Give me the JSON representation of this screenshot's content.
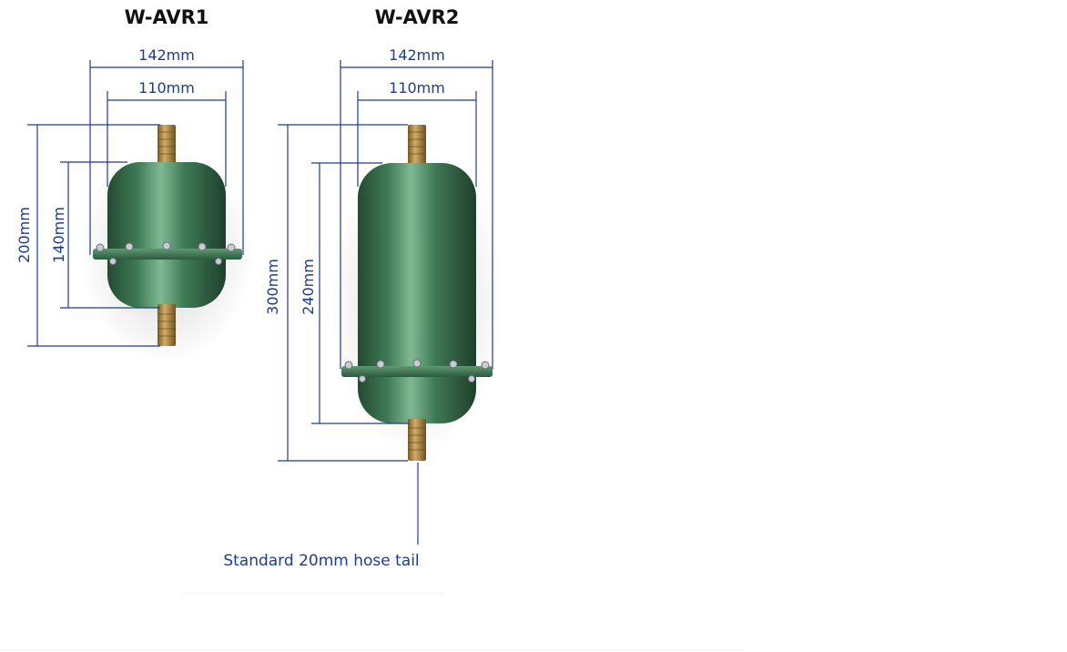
{
  "colors": {
    "dimension_line": "#1d3d8a",
    "tank_body": "#3e7a55",
    "tank_highlight": "#7fb893",
    "tank_shadow": "#234a32",
    "hose_tail": "#b48b45",
    "flange_bolt": "#c8cdd2"
  },
  "products": [
    {
      "title": "W-AVR1",
      "dims": {
        "outer_width": "142mm",
        "inner_width": "110mm",
        "overall_height": "200mm",
        "body_height": "140mm"
      }
    },
    {
      "title": "W-AVR2",
      "dims": {
        "outer_width": "142mm",
        "inner_width": "110mm",
        "overall_height": "300mm",
        "body_height": "240mm"
      }
    }
  ],
  "callout": {
    "label": "Standard 20mm hose tail",
    "icon": "hose-tail-pointer"
  }
}
